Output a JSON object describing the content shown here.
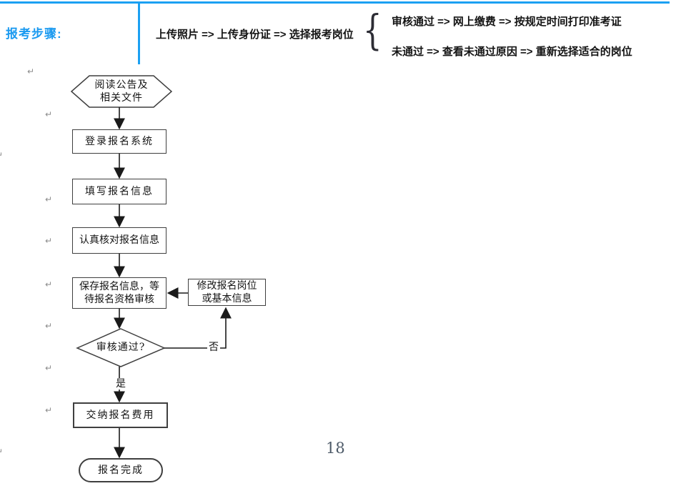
{
  "colors": {
    "accent_blue": "#1ba0f2",
    "stroke_dark": "#3f3f3f",
    "page_number_gray": "#4d5a68"
  },
  "header": {
    "title": "报考步骤:",
    "pre_steps": "上传照片 => 上传身份证 => 选择报考岗位",
    "brace": "{",
    "branch_pass": "审核通过 => 网上缴费 => 按规定时间打印准考证",
    "branch_fail": "未通过 => 查看未通过原因 => 重新选择适合的岗位"
  },
  "flowchart": {
    "read_notice": {
      "l1": "阅读公告及",
      "l2": "相关文件"
    },
    "login": "登录报名系统",
    "fill": "填写报名信息",
    "check": "认真核对报名信息",
    "save": {
      "l1": "保存报名信息，等",
      "l2": "待报名资格审核"
    },
    "modify": {
      "l1": "修改报名岗位",
      "l2": "或基本信息"
    },
    "decision": "审核通过?",
    "label_no": "否",
    "label_yes": "是",
    "pay": "交纳报名费用",
    "finish": "报名完成"
  },
  "page": {
    "number": "18",
    "paragraph_mark": "↵"
  }
}
